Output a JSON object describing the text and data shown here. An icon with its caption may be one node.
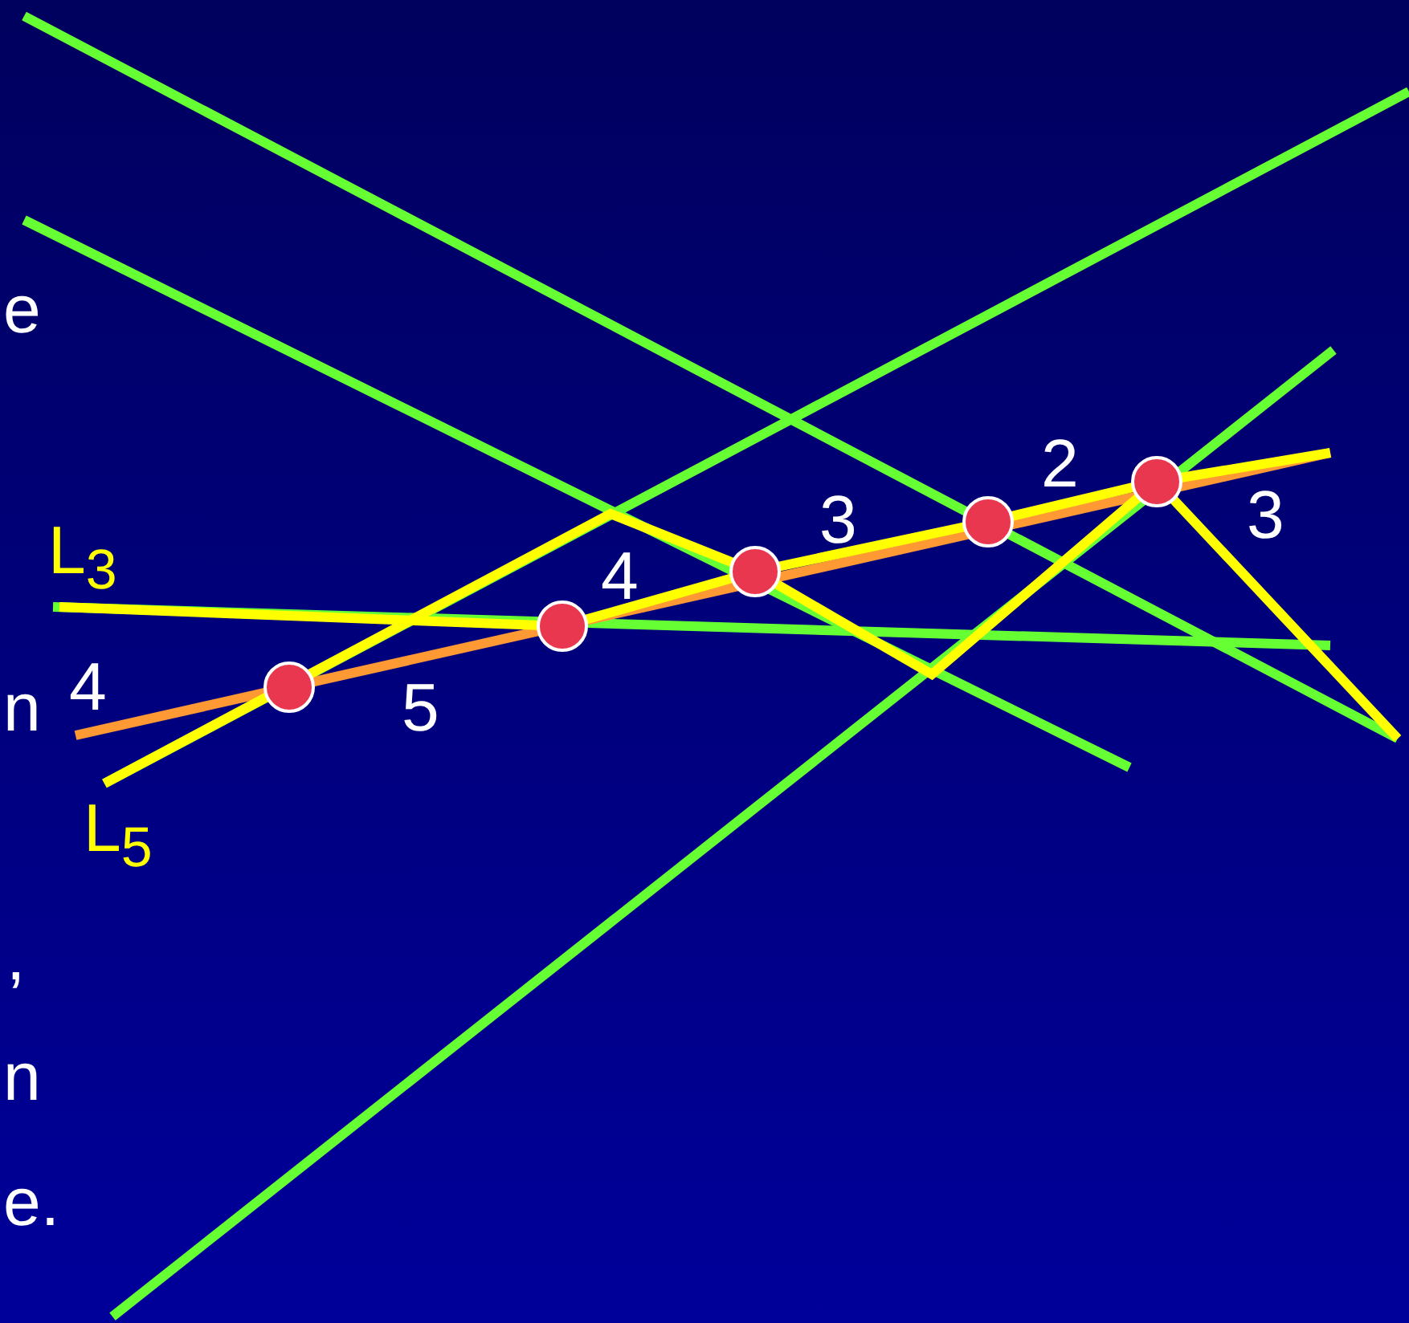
{
  "diagram": {
    "labels": [
      "e",
      "2",
      "3",
      "3",
      "L$_{3}$",
      "4",
      "4",
      "n",
      "5",
      "L$_{5}$",
      ",",
      "n",
      "e."
    ]
  }
}
